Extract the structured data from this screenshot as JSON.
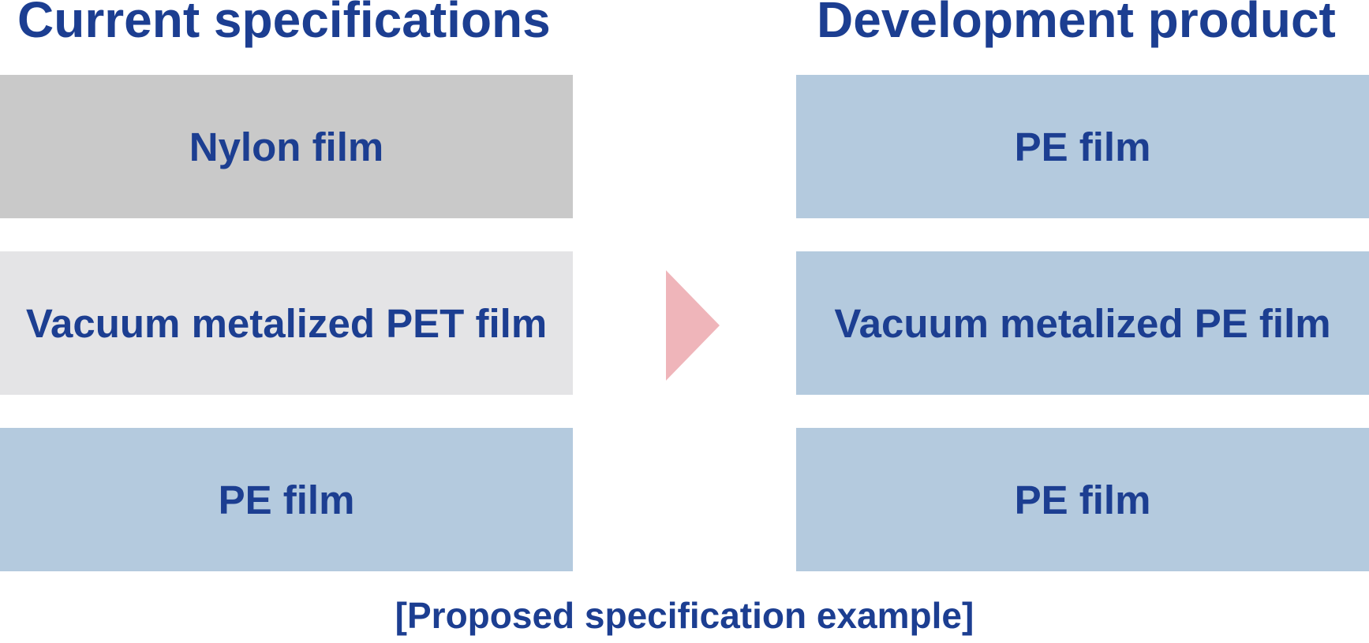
{
  "diagram": {
    "caption": "[Proposed specification example]",
    "columns": [
      {
        "title": "Current specifications",
        "layers": [
          {
            "label": "Nylon film",
            "color": "#c9c9c9"
          },
          {
            "label": "Vacuum metalized PET film",
            "color": "#e4e4e6"
          },
          {
            "label": "PE film",
            "color": "#b4cade"
          }
        ]
      },
      {
        "title": "Development product",
        "layers": [
          {
            "label": "PE film",
            "color": "#b4cade"
          },
          {
            "label": "Vacuum metalized PE film",
            "color": "#b4cade"
          },
          {
            "label": "PE film",
            "color": "#b4cade"
          }
        ]
      }
    ],
    "arrow": {
      "icon": "right-triangle-arrow",
      "direction": "right",
      "color": "#efb5ba"
    },
    "colors": {
      "text": "#1c3e91",
      "background": "#ffffff"
    }
  }
}
